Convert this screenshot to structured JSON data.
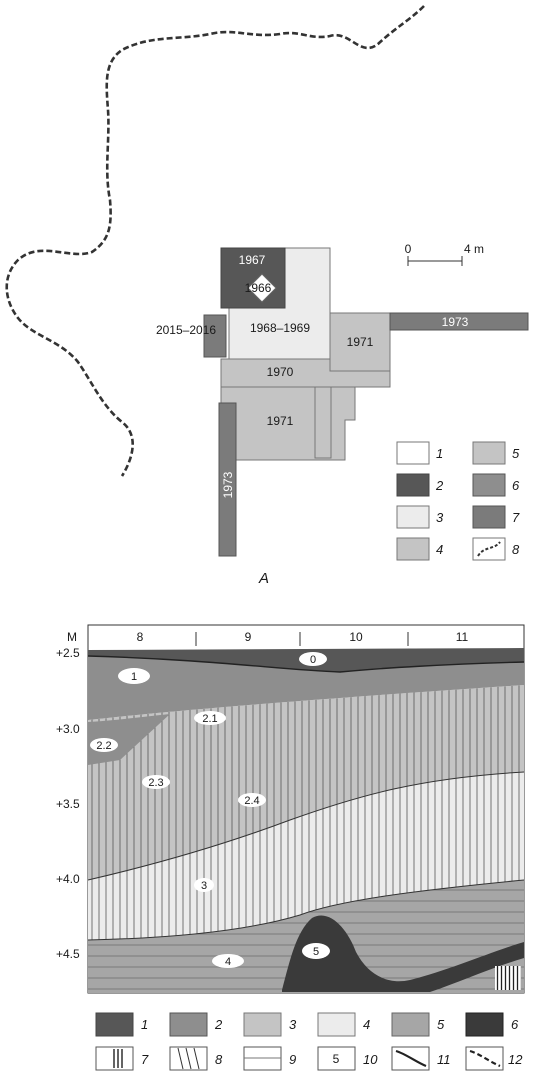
{
  "plan": {
    "years": {
      "y1967": "1967",
      "y1966": "1966",
      "y1968": "1968–1969",
      "y2015": "2015–2016",
      "y1971a": "1971",
      "y1973h": "1973",
      "y1970": "1970",
      "y1971b": "1971",
      "y1973v": "1973"
    },
    "scale": {
      "zero": "0",
      "four": "4 m"
    },
    "legend": [
      "1",
      "2",
      "3",
      "4",
      "5",
      "6",
      "7",
      "8"
    ],
    "caption": "A"
  },
  "section": {
    "unit": "M",
    "columns": [
      "8",
      "9",
      "10",
      "11"
    ],
    "depths": [
      "+2.5",
      "+3.0",
      "+3.5",
      "+4.0",
      "+4.5"
    ],
    "layers": [
      "0",
      "1",
      "2.1",
      "2.2",
      "2.3",
      "2.4",
      "3",
      "4",
      "5"
    ],
    "legend": [
      "1",
      "2",
      "3",
      "4",
      "5",
      "6",
      "7",
      "8",
      "9",
      "10",
      "11",
      "12"
    ],
    "legend_box_number": "5"
  },
  "colors": {
    "c1": "#575757",
    "c2": "#8e8e8e",
    "c3": "#c4c4c4",
    "c4": "#ececec",
    "c5": "#a6a6a6",
    "c6": "#3a3a3a",
    "c7": "#7b7b7b"
  }
}
